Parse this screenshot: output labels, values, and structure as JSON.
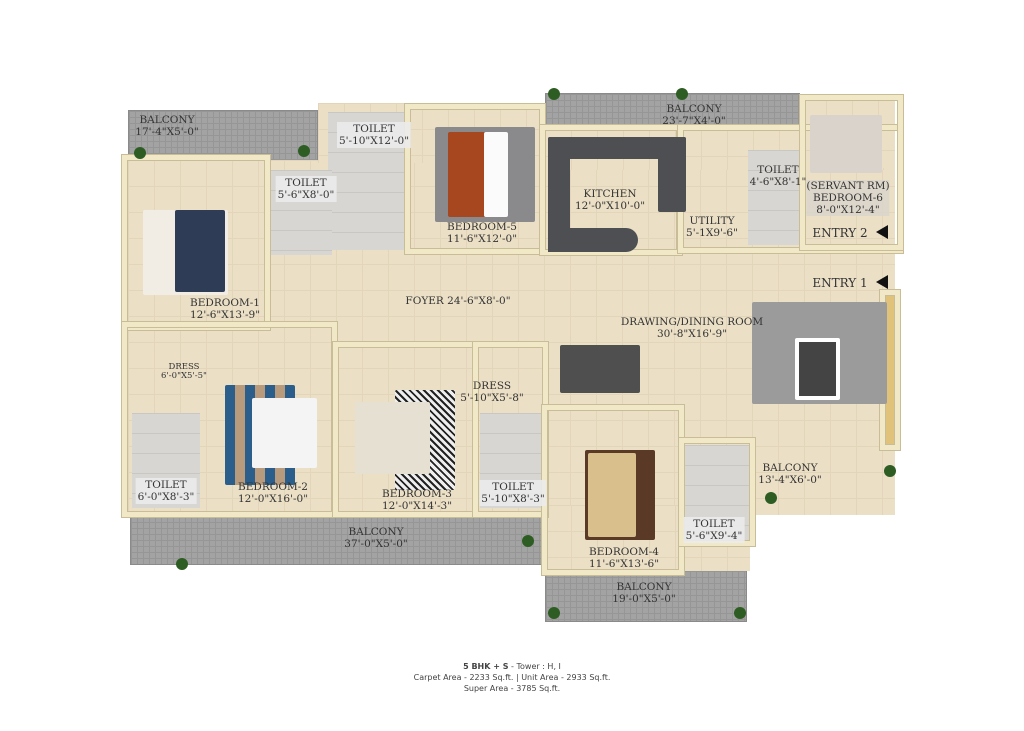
{
  "rooms": {
    "balcony_nw": {
      "name": "BALCONY",
      "size": "17'-4\"X5'-0\""
    },
    "toilet_top": {
      "name": "TOILET",
      "size": "5'-10\"X12'-0\""
    },
    "toilet_small": {
      "name": "TOILET",
      "size": "5'-6\"X8'-0\""
    },
    "bedroom5": {
      "name": "BEDROOM-5",
      "size": "11'-6\"X12'-0\""
    },
    "balcony_n": {
      "name": "BALCONY",
      "size": "23'-7\"X4'-0\""
    },
    "kitchen": {
      "name": "KITCHEN",
      "size": "12'-0\"X10'-0\""
    },
    "utility": {
      "name": "UTILITY",
      "size": "5'-1X9'-6\""
    },
    "toilet_servant": {
      "name": "TOILET",
      "size": "4'-6\"X8'-1\""
    },
    "bedroom6": {
      "prefix": "(SERVANT RM)",
      "name": "BEDROOM-6",
      "size": "8'-0\"X12'-4\""
    },
    "entry2": {
      "name": "ENTRY 2"
    },
    "entry1": {
      "name": "ENTRY 1"
    },
    "bedroom1": {
      "name": "BEDROOM-1",
      "size": "12'-6\"X13'-9\""
    },
    "foyer": {
      "name": "FOYER 24'-6\"X8'-0\""
    },
    "drawing": {
      "name": "DRAWING/DINING ROOM",
      "size": "30'-8\"X16'-9\""
    },
    "dress1": {
      "name": "DRESS",
      "size": "6'-0\"X5'-5\""
    },
    "toilet_b2": {
      "name": "TOILET",
      "size": "6'-0\"X8'-3\""
    },
    "bedroom2": {
      "name": "BEDROOM-2",
      "size": "12'-0\"X16'-0\""
    },
    "bedroom3": {
      "name": "BEDROOM-3",
      "size": "12'-0\"X14'-3\""
    },
    "dress2": {
      "name": "DRESS",
      "size": "5'-10\"X5'-8\""
    },
    "toilet_b3": {
      "name": "TOILET",
      "size": "5'-10\"X8'-3\""
    },
    "bedroom4": {
      "name": "BEDROOM-4",
      "size": "11'-6\"X13'-6\""
    },
    "toilet_b4": {
      "name": "TOILET",
      "size": "5'-6\"X9'-4\""
    },
    "balcony_e": {
      "name": "BALCONY",
      "size": "13'-4\"X6'-0\""
    },
    "balcony_s": {
      "name": "BALCONY",
      "size": "37'-0\"X5'-0\""
    },
    "balcony_se": {
      "name": "BALCONY",
      "size": "19'-0\"X5'-0\""
    }
  },
  "caption": {
    "type": "5 BHK + S",
    "tower": " - Tower : H, I",
    "line2": "Carpet Area - 2233 Sq.ft. | Unit Area - 2933 Sq.ft.",
    "line3": "Super Area - 3785 Sq.ft."
  }
}
